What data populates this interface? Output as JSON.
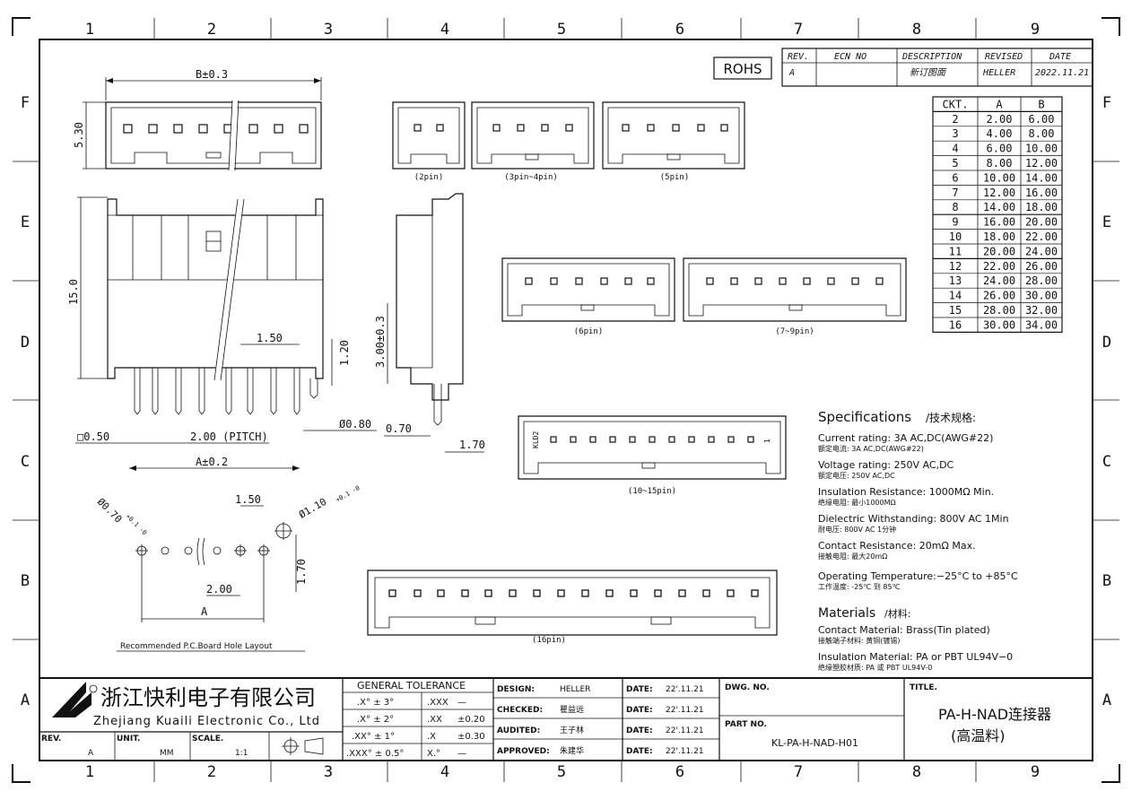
{
  "border": {
    "cols": [
      "1",
      "2",
      "3",
      "4",
      "5",
      "6",
      "7",
      "8",
      "9"
    ],
    "rows": [
      "F",
      "E",
      "D",
      "C",
      "B",
      "A"
    ]
  },
  "rohs": "ROHS",
  "revision": {
    "headers": [
      "REV.",
      "ECN NO",
      "DESCRIPTION",
      "REVISED",
      "DATE"
    ],
    "row": [
      "A",
      "",
      "新订图面",
      "HELLER",
      "2022.11.21"
    ]
  },
  "ckt_table": {
    "headers": [
      "CKT.",
      "A",
      "B"
    ],
    "rows": [
      [
        "2",
        "2.00",
        "6.00"
      ],
      [
        "3",
        "4.00",
        "8.00"
      ],
      [
        "4",
        "6.00",
        "10.00"
      ],
      [
        "5",
        "8.00",
        "12.00"
      ],
      [
        "6",
        "10.00",
        "14.00"
      ],
      [
        "7",
        "12.00",
        "16.00"
      ],
      [
        "8",
        "14.00",
        "18.00"
      ],
      [
        "9",
        "16.00",
        "20.00"
      ],
      [
        "10",
        "18.00",
        "22.00"
      ],
      [
        "11",
        "20.00",
        "24.00"
      ],
      [
        "12",
        "22.00",
        "26.00"
      ],
      [
        "13",
        "24.00",
        "28.00"
      ],
      [
        "14",
        "26.00",
        "30.00"
      ],
      [
        "15",
        "28.00",
        "32.00"
      ],
      [
        "16",
        "30.00",
        "34.00"
      ]
    ]
  },
  "dimensions": {
    "b": "B±0.3",
    "h530": "5.30",
    "h150": "15.0",
    "p150": "1.50",
    "p120": "1.20",
    "sq050": "□0.50",
    "pitch": "2.00 (PITCH)",
    "a": "A±0.2",
    "d080": "Ø0.80",
    "h300": "3.00±0.3",
    "w070": "0.70",
    "w170": "1.70",
    "hole_d070": "Ø0.70",
    "hole_tol070": "+0.1 -0",
    "hole_d110": "Ø1.10",
    "hole_tol110": "+0.1 -0",
    "pcb150": "1.50",
    "pcb170": "1.70",
    "pcb200": "2.00",
    "pcba": "A"
  },
  "views": {
    "v2pin": "(2pin)",
    "v34pin": "(3pin~4pin)",
    "v5pin": "(5pin)",
    "v6pin": "(6pin)",
    "v79pin": "(7~9pin)",
    "v1015pin": "(10~15pin)",
    "v16pin": "(16pin)",
    "kld": "KLD2",
    "pin1": "1"
  },
  "pcb_title": "Recommended P.C.Board Hole Layout",
  "specifications": {
    "title": "Specifications",
    "title_cn": "/技术规格:",
    "items": [
      {
        "en": "Current rating: 3A AC,DC(AWG#22)",
        "cn": "额定电流: 3A AC,DC(AWG#22)"
      },
      {
        "en": "Voltage rating: 250V AC,DC",
        "cn": "额定电压: 250V AC,DC"
      },
      {
        "en": "Insulation Resistance: 1000MΩ Min.",
        "cn": "绝缘电阻: 最小1000MΩ"
      },
      {
        "en": "Dielectric Withstanding: 800V AC 1Min",
        "cn": "耐电压: 800V AC 1分钟"
      },
      {
        "en": "Contact Resistance: 20mΩ Max.",
        "cn": "接触电阻: 最大20mΩ"
      },
      {
        "en": "Operating Temperature:−25°C to +85°C",
        "cn": "工作温度: -25℃ 到 85℃"
      }
    ]
  },
  "materials": {
    "title": "Materials",
    "title_cn": "/材料:",
    "items": [
      {
        "en": "Contact Material: Brass(Tin plated)",
        "cn": "接触端子材料: 黄铜(镀锡)"
      },
      {
        "en": "Insulation Material: PA or PBT UL94V−0",
        "cn": "绝缘塑胶材质: PA 或 PBT UL94V-0"
      }
    ]
  },
  "title_block": {
    "company_cn": "浙江快利电子有限公司",
    "company_en": "Zhejiang Kuaili Electronic Co., Ltd",
    "rev_label": "REV.",
    "rev": "A",
    "unit_label": "UNIT.",
    "unit": "MM",
    "scale_label": "SCALE.",
    "scale": "1:1",
    "tolerance_title": "GENERAL TOLERANCE",
    "tolerance": [
      [
        ".X° ± 3°",
        ".XXX",
        "—"
      ],
      [
        ".X° ± 2°",
        ".XX",
        "±0.20"
      ],
      [
        ".XX° ± 1°",
        ".X",
        "±0.30"
      ],
      [
        ".XXX° ± 0.5°",
        "X.°",
        "—"
      ]
    ],
    "signoff": [
      {
        "role": "DESIGN:",
        "name": "HELLER",
        "date_label": "DATE:",
        "date": "22'.11.21"
      },
      {
        "role": "CHECKED:",
        "name": "瞿益远",
        "date_label": "DATE:",
        "date": "22'.11.21"
      },
      {
        "role": "AUDITED:",
        "name": "王子林",
        "date_label": "DATE:",
        "date": "22'.11.21"
      },
      {
        "role": "APPROVED:",
        "name": "朱建华",
        "date_label": "DATE:",
        "date": "22'.11.21"
      }
    ],
    "dwg_label": "DWG. NO.",
    "dwg": "",
    "part_label": "PART NO.",
    "part": "KL-PA-H-NAD-H01",
    "title_label": "TITLE.",
    "title_line1": "PA-H-NAD连接器",
    "title_line2": "(高温料)"
  }
}
